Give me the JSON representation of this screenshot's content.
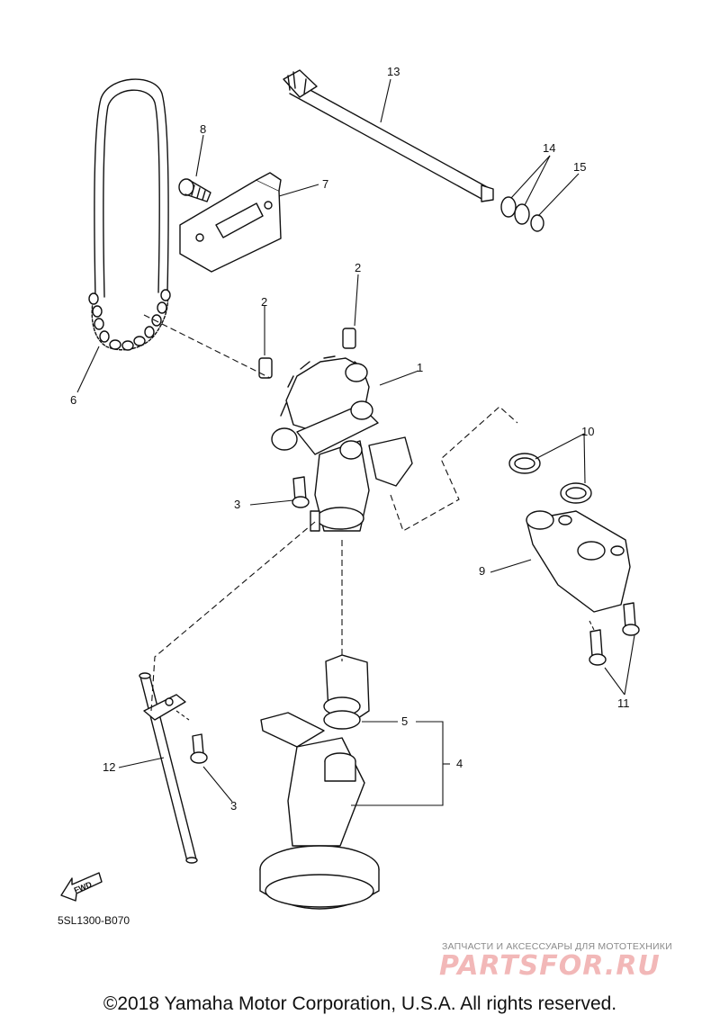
{
  "callouts": [
    "13",
    "8",
    "7",
    "14",
    "15",
    "2",
    "2",
    "1",
    "6",
    "3",
    "10",
    "9",
    "11",
    "5",
    "4",
    "12",
    "3"
  ],
  "fwd_label": "FWD",
  "diagram_code": "5SL1300-B070",
  "watermark": {
    "subtitle": "ЗАПЧАСТИ И АКСЕССУАРЫ ДЛЯ МОТОТЕХНИКИ",
    "logo": "PARTSFOR.RU"
  },
  "copyright": "©2018 Yamaha Motor Corporation, U.S.A. All rights reserved."
}
